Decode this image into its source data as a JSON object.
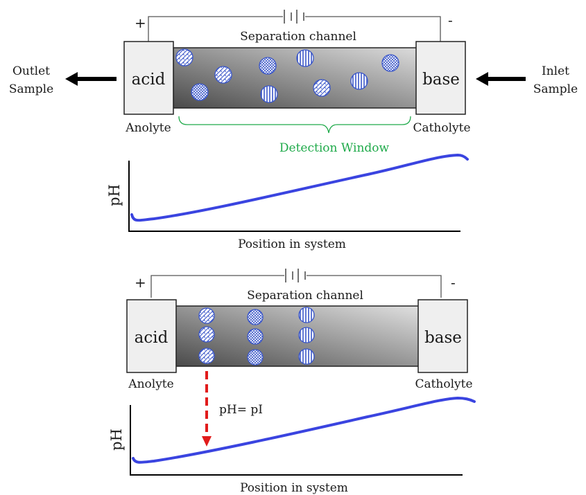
{
  "diagram": {
    "top": {
      "plus": "+",
      "minus": "-",
      "channel_label": "Separation channel",
      "acid_label": "acid",
      "base_label": "base",
      "anolyte_label": "Anolyte",
      "catholyte_label": "Catholyte",
      "detection_label": "Detection Window",
      "outlet_label_line1": "Outlet",
      "outlet_label_line2": "Sample",
      "inlet_label_line1": "Inlet",
      "inlet_label_line2": "Sample",
      "plot_ylabel": "pH",
      "plot_xlabel": "Position in system"
    },
    "bottom": {
      "plus": "+",
      "minus": "-",
      "channel_label": "Separation channel",
      "acid_label": "acid",
      "base_label": "base",
      "anolyte_label": "Anolyte",
      "catholyte_label": "Catholyte",
      "marker_label": "pH= pI",
      "plot_ylabel": "pH",
      "plot_xlabel": "Position in system"
    },
    "colors": {
      "curve": "#3a44e0",
      "marker": "#e11b1b",
      "detection": "#1faa4a",
      "particle_stroke": "#3a56c8"
    }
  }
}
